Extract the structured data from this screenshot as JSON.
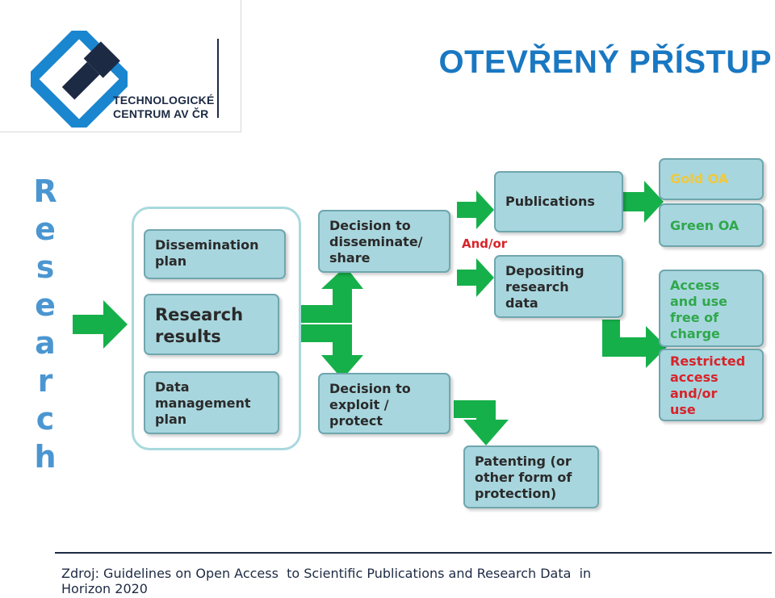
{
  "logo": {
    "line1": "TECHNOLOGICKÉ",
    "line2": "CENTRUM AV ČR",
    "icon": "tc-logo-mark"
  },
  "title": "OTEVŘENÝ PŘÍSTUP",
  "sidebar_word": [
    "R",
    "e",
    "s",
    "e",
    "a",
    "r",
    "c",
    "h"
  ],
  "diagram": {
    "dissemination_plan": "Dissemination\nplan",
    "research_results": "Research\nresults",
    "data_management_plan": "Data\nmanagement\nplan",
    "decision_disseminate": "Decision to\ndisseminate/\nshare",
    "decision_exploit": "Decision to\nexploit /\nprotect",
    "publications": "Publications",
    "and_or": "And/or",
    "depositing": "Depositing\nresearch\ndata",
    "gold_oa": "Gold OA",
    "green_oa": "Green OA",
    "access_free": "Access\nand use\nfree of\ncharge",
    "restricted": "Restricted\naccess\nand/or\nuse",
    "patenting": "Patenting (or\nother form of\nprotection)"
  },
  "colors": {
    "box_fill": "#a8d6de",
    "arrow_green": "#16b04a",
    "title_blue": "#1a78c2",
    "research_blue": "#4b96d1",
    "and_or_red": "#d9232a"
  },
  "footer": "Zdroj: Guidelines on Open Access  to Scientific Publications and Research Data  in Horizon 2020"
}
